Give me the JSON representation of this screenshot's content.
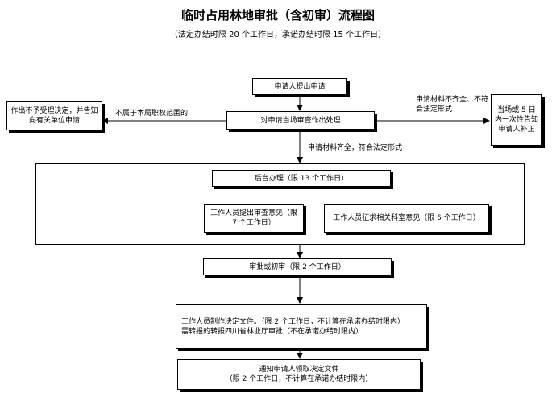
{
  "title": "临时占用林地审批（含初审）流程图",
  "subtitle": "（法定办结时限 20 个工作日，承诺办结时限 15 个工作日）",
  "nodes": {
    "apply": "申请人提出申请",
    "review": "对申请当场审查作出处理",
    "reject": "作出不予受理决定，并告知向有关单位申请",
    "notify_supplement": "当场或 5 日内一次性告知申请人补正",
    "backoffice": "后台办理（限 13 个工作日）",
    "opinion": "工作人员提出审查意见（限 7 个工作日）",
    "consult": "工作人员征求相关科室意见（限 6 个工作日）",
    "approve": "审批或初审（限 2 个工作日）",
    "decision_line1": "工作人员制作决定文件。（限 2 个工作日，不计算在承诺办结时限内）",
    "decision_line2": "需转报的转报四川省林业厅审批（不在承诺办结时限内）",
    "notify_pickup_line1": "通知申请人领取决定文件",
    "notify_pickup_line2": "（限 2 个工作日，不计算在承诺办结时限内）"
  },
  "labels": {
    "not_scope": "不属于本局职权范围的",
    "incomplete": "申请材料不齐全、不符合法定形式",
    "complete": "申请材料齐全，符合法定形式"
  }
}
